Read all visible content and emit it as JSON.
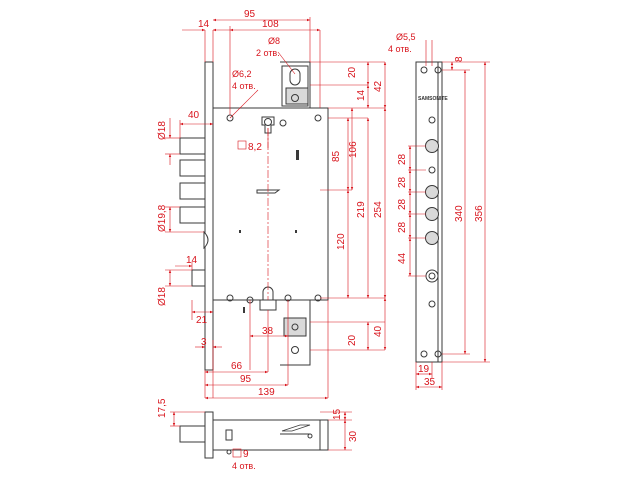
{
  "brand": "SAMSONITE",
  "front_view": {
    "width_dims": [
      "14",
      "95",
      "108",
      "139"
    ],
    "bottom_dims": [
      "3",
      "66",
      "95",
      "38",
      "21"
    ],
    "height_dims": [
      "20",
      "14",
      "42",
      "85",
      "106",
      "219",
      "254",
      "120",
      "20",
      "40"
    ],
    "bolt_dims": [
      "40",
      "Ø18",
      "Ø19,8",
      "14",
      "Ø18"
    ],
    "notes": {
      "hole_8": "Ø8",
      "hole_8_count": "2 отв.",
      "hole_6_2": "Ø6,2",
      "hole_6_2_count": "4 отв.",
      "square_8_2": "8,2"
    }
  },
  "faceplate_view": {
    "hole_note": "Ø5,5",
    "hole_note_count": "4 отв.",
    "dims": [
      "8",
      "28",
      "28",
      "28",
      "28",
      "44",
      "340",
      "356",
      "19",
      "35"
    ]
  },
  "bottom_view": {
    "dims": [
      "17,5",
      "15",
      "30"
    ],
    "square_note": "9",
    "square_note_count": "4 отв."
  }
}
